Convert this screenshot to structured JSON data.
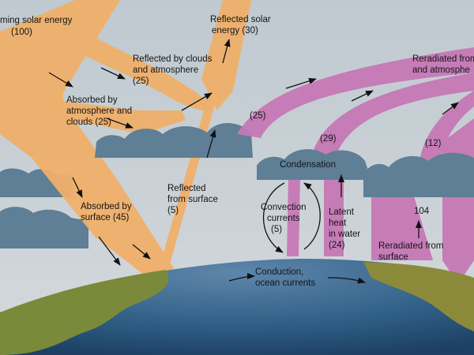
{
  "labels": {
    "incoming_1": "ming solar energy",
    "incoming_2": "(100)",
    "reflected_solar_1": "Reflected solar",
    "reflected_solar_2": "energy (30)",
    "refl_clouds_1": "Reflected by clouds",
    "refl_clouds_2": "and atmosphere",
    "refl_clouds_3": "(25)",
    "absorbed_atm_1": "Absorbed by",
    "absorbed_atm_2": "atmosphere and",
    "absorbed_atm_3": "clouds (25)",
    "absorbed_surf_1": "Absorbed by",
    "absorbed_surf_2": "surface (45)",
    "refl_surface_1": "Reflected",
    "refl_surface_2": "from surface",
    "refl_surface_3": "(5)",
    "radiated_25": "(25)",
    "radiated_29": "(29)",
    "radiated_12": "(12)",
    "reradiated_top_1": "Reradiated from",
    "reradiated_top_2": "and atmosphe",
    "condensation": "Condensation",
    "convection_1": "Convection",
    "convection_2": "currents",
    "convection_3": "(5)",
    "latent_1": "Latent",
    "latent_2": "heat",
    "latent_3": "in water",
    "latent_4": "(24)",
    "value_104": "104",
    "reradiated_surf_1": "Reradiated from",
    "reradiated_surf_2": "surface",
    "conduction_1": "Conduction,",
    "conduction_2": "ocean currents"
  },
  "colors": {
    "sky": "#c9d1d7",
    "solar_flow": "#f0b06a",
    "infrared_flow": "#c678b6",
    "cloud": "#5e7f95",
    "ocean": "#2f5f86",
    "land": "#7a8a3a"
  }
}
